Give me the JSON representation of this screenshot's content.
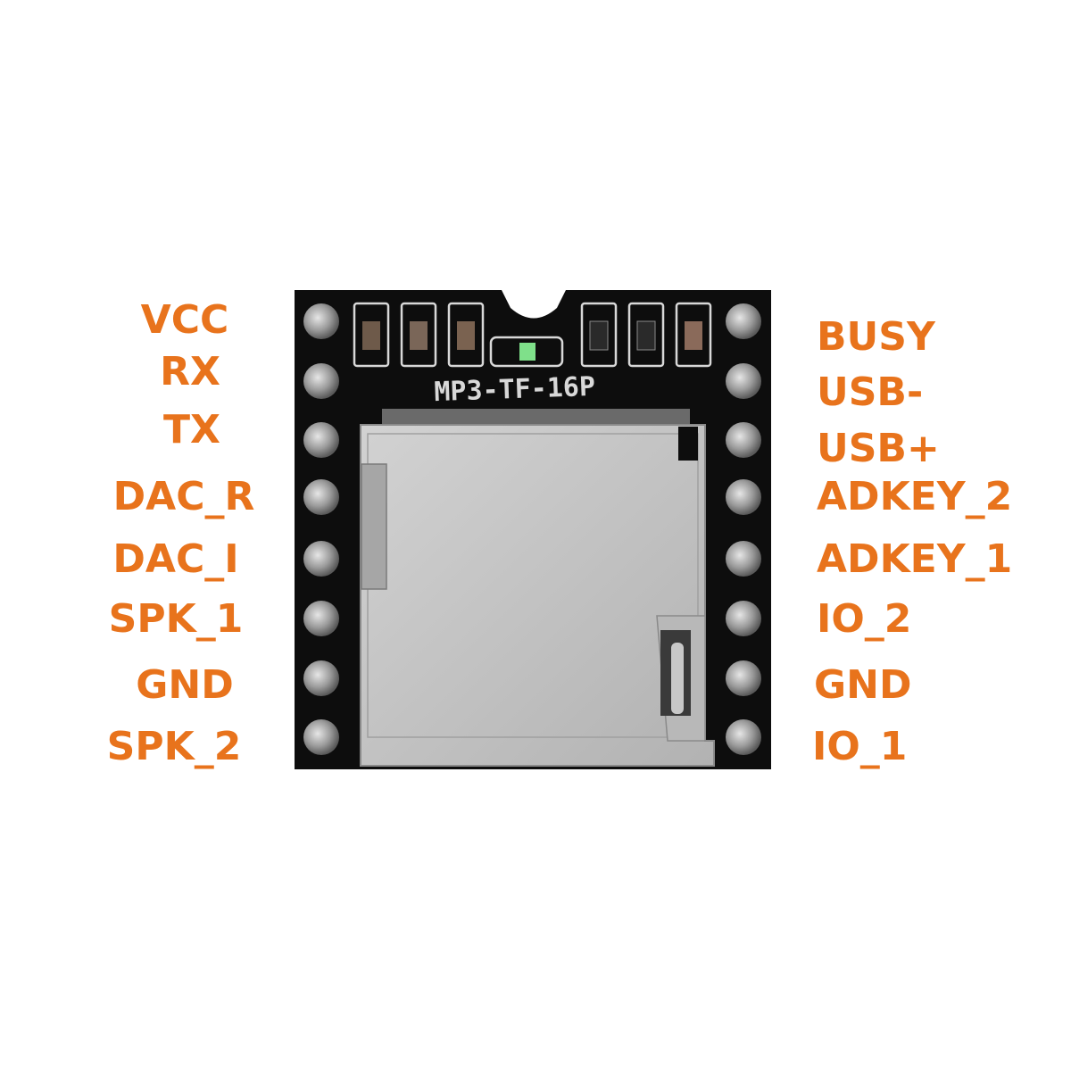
{
  "board": {
    "silkscreen_label": "MP3-TF-16P",
    "colors": {
      "pcb": "#0d0d0d",
      "card_slot": "#c4c4c4",
      "pins": "#a8a8a8",
      "label": "#e8731c",
      "led": "#7fe08a"
    }
  },
  "pins": {
    "left": [
      {
        "label": "VCC"
      },
      {
        "label": "RX"
      },
      {
        "label": "TX"
      },
      {
        "label": "DAC_R"
      },
      {
        "label": "DAC_I"
      },
      {
        "label": "SPK_1"
      },
      {
        "label": "GND"
      },
      {
        "label": "SPK_2"
      }
    ],
    "right": [
      {
        "label": "BUSY"
      },
      {
        "label": "USB-"
      },
      {
        "label": "USB+"
      },
      {
        "label": "ADKEY_2"
      },
      {
        "label": "ADKEY_1"
      },
      {
        "label": "IO_2"
      },
      {
        "label": "GND"
      },
      {
        "label": "IO_1"
      }
    ]
  }
}
